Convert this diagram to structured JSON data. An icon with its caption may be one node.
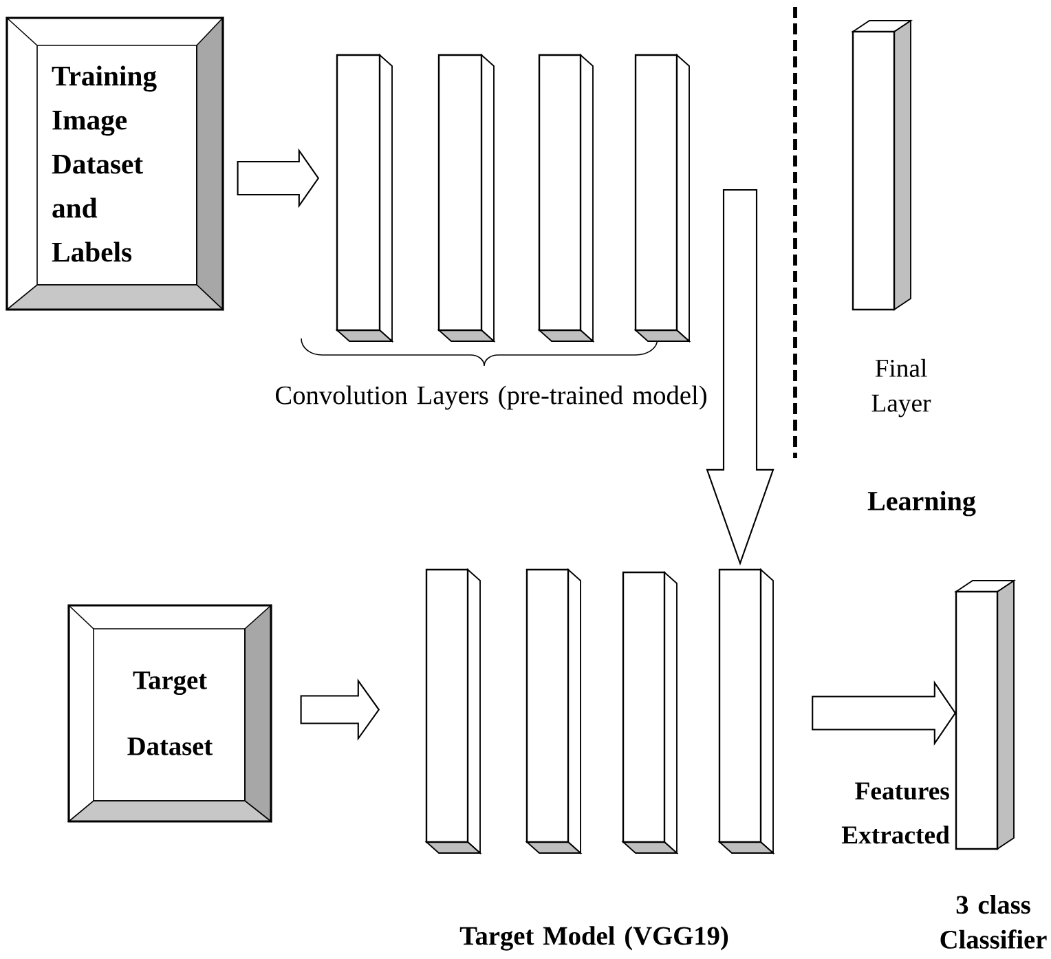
{
  "diagram": {
    "nodes": [
      {
        "text": [
          "Training Image Dataset and Labels"
        ]
      },
      {
        "text": [],
        "shape": "bar"
      },
      {
        "text": [],
        "shape": "bar"
      },
      {
        "text": [],
        "shape": "bar"
      },
      {
        "text": [],
        "shape": "bar"
      },
      {
        "text": [],
        "shape": "bar",
        "beside": [
          "Final Layer"
        ]
      },
      {
        "text": [
          "Target Dataset"
        ]
      },
      {
        "text": [],
        "shape": "bar"
      },
      {
        "text": [],
        "shape": "bar"
      },
      {
        "text": [],
        "shape": "bar"
      },
      {
        "text": [],
        "shape": "bar"
      },
      {
        "text": [],
        "shape": "bar",
        "beside": [
          "3 class Classifier"
        ]
      }
    ],
    "edges": [
      {
        "from": 0,
        "to": 1,
        "arrow": "to"
      },
      {
        "from": null,
        "to": 10,
        "arrow": "to"
      },
      {
        "from": 6,
        "to": 7,
        "arrow": "to"
      },
      {
        "from": 10,
        "to": 11,
        "arrow": "to",
        "label": "Features Extracted"
      }
    ],
    "labels": [
      "Convolution Layers (pre-trained model)",
      "Learning",
      "Target Model (VGG19)"
    ]
  }
}
